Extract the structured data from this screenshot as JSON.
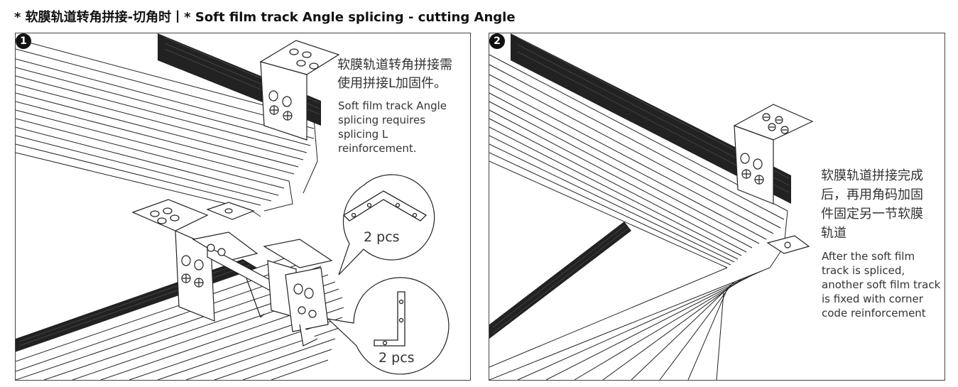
{
  "title": "* 软膜轨道转角拼接-切角时丨* Soft film track Angle splicing - cutting Angle",
  "step1": {
    "number": "1",
    "note_cn_line1": "软膜轨道转角拼接需",
    "note_cn_line2": "使用拼接L加固件。",
    "note_en_line1": "Soft film track Angle",
    "note_en_line2": "splicing requires",
    "note_en_line3": "splicing L",
    "note_en_line4": "reinforcement.",
    "callout_top_qty": "2 pcs",
    "callout_bottom_qty": "2 pcs"
  },
  "step2": {
    "number": "2",
    "note_cn_line1": "软膜轨道拼接完成",
    "note_cn_line2": "后，再用角码加固",
    "note_cn_line3": "件固定另一节软膜",
    "note_cn_line4": "轨道",
    "note_en_line1": "After the soft film",
    "note_en_line2": "track is spliced,",
    "note_en_line3": "another soft film track",
    "note_en_line4": "is fixed with corner",
    "note_en_line5": "code reinforcement"
  }
}
